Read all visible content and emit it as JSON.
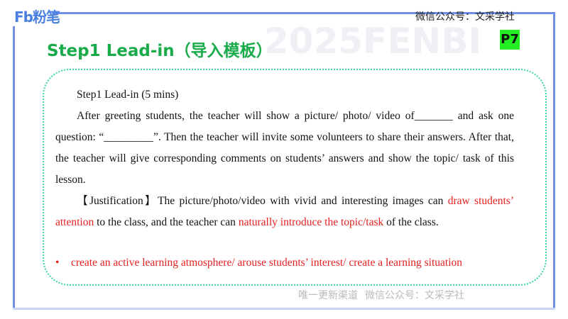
{
  "header": {
    "logo": "Fb粉笔",
    "wechat": "微信公众号：文采学社",
    "title": "Step1 Lead-in（导入模板）",
    "page": "P7"
  },
  "watermark": {
    "line1": "唯一更新渠道",
    "line2": "微信公众号：文采学社",
    "background": "2025FENBI"
  },
  "content": {
    "heading": "Step1 Lead-in (5 mins)",
    "para1": "After greeting students, the teacher will show a picture/ photo/ video of_______ and ask one question: “_________”. Then the teacher will invite some volunteers to share their answers. After that, the teacher will give corresponding comments on students’ answers and show the topic/ task of this lesson.",
    "just_label": "【Justification】",
    "just_a": "The picture/photo/video with vivid and interesting images can ",
    "just_red1": "draw students’ attention",
    "just_b": " to the class, and the teacher can ",
    "just_red2": "naturally introduce the topic/task",
    "just_c": " of the class.",
    "bullet": "create an active learning atmosphere/ arouse students’ interest/ create a learning situation"
  },
  "colors": {
    "frame": "#6f8fe8",
    "title": "#1aab4b",
    "page_badge": "#22ee22",
    "emphasis": "#e62020"
  }
}
